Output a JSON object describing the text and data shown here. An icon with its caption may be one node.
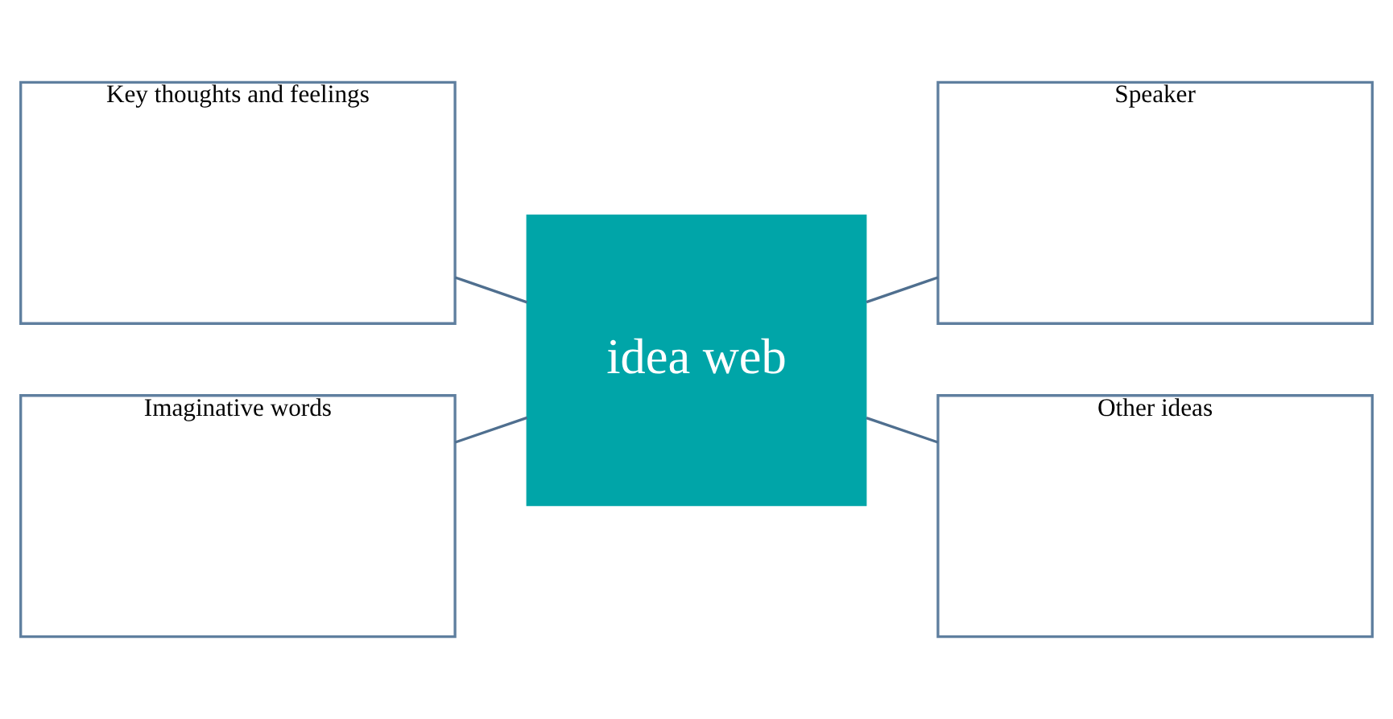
{
  "diagram": {
    "nodes": [
      {
        "text": [
          "Key thoughts and feelings"
        ]
      },
      {
        "text": [
          "Speaker"
        ]
      },
      {
        "text": [
          "idea web"
        ]
      },
      {
        "text": [
          "Imaginative words"
        ]
      },
      {
        "text": [
          "Other ideas"
        ]
      }
    ],
    "edges": [
      {
        "from": 0,
        "to": 2,
        "arrow": "none"
      },
      {
        "from": 2,
        "to": 1,
        "arrow": "none"
      },
      {
        "from": 3,
        "to": 2,
        "arrow": "none"
      },
      {
        "from": 2,
        "to": 4,
        "arrow": "none"
      }
    ]
  }
}
